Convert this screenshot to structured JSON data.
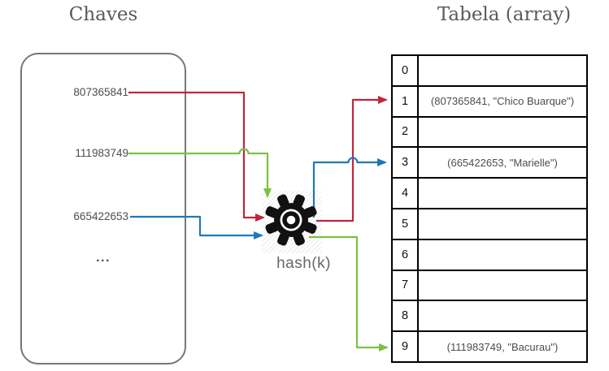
{
  "diagram": {
    "left_title": "Chaves",
    "right_title": "Tabela (array)",
    "hash_label": "hash(k)",
    "ellipsis": "...",
    "keys": [
      {
        "label": "807365841",
        "arrow_color_name": "red"
      },
      {
        "label": "111983749",
        "arrow_color_name": "green"
      },
      {
        "label": "665422653",
        "arrow_color_name": "blue"
      }
    ],
    "mappings": [
      {
        "key": "807365841",
        "slot": 1,
        "color": "red"
      },
      {
        "key": "665422653",
        "slot": 3,
        "color": "blue"
      },
      {
        "key": "111983749",
        "slot": 9,
        "color": "green"
      }
    ],
    "table": {
      "rows": [
        {
          "index": "0",
          "value": ""
        },
        {
          "index": "1",
          "value": "(807365841, \"Chico Buarque\")"
        },
        {
          "index": "2",
          "value": ""
        },
        {
          "index": "3",
          "value": "(665422653, \"Marielle\")"
        },
        {
          "index": "4",
          "value": ""
        },
        {
          "index": "5",
          "value": ""
        },
        {
          "index": "6",
          "value": ""
        },
        {
          "index": "7",
          "value": ""
        },
        {
          "index": "8",
          "value": ""
        },
        {
          "index": "9",
          "value": "(111983749, \"Bacurau\")"
        }
      ]
    },
    "colors": {
      "red": "#c2253c",
      "green": "#7ac143",
      "blue": "#1e79b9",
      "title_gray": "#5a5a5a",
      "text_gray": "#4d4d4d",
      "border_gray": "#767676",
      "gear_black": "#111111"
    }
  }
}
